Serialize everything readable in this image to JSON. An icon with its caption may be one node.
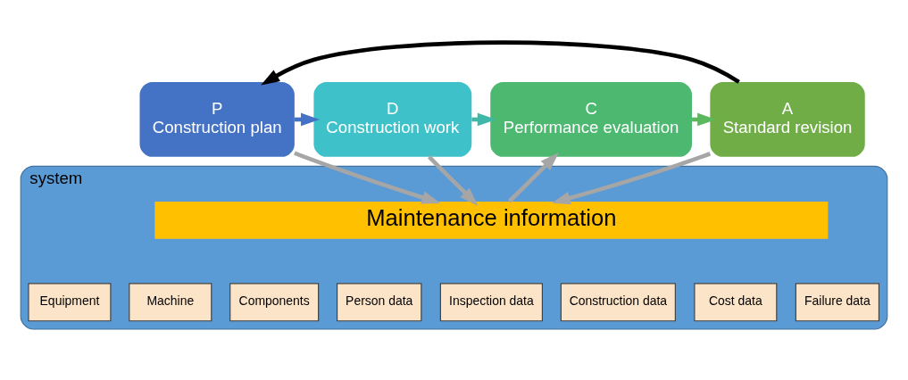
{
  "diagram": {
    "nodes": [
      {
        "text": [
          "P",
          "Construction plan"
        ]
      },
      {
        "text": [
          "D",
          "Construction work"
        ]
      },
      {
        "text": [
          "C",
          "Performance evaluation"
        ]
      },
      {
        "text": [
          "A",
          "Standard revision"
        ]
      },
      {
        "text": [
          "system"
        ]
      },
      {
        "text": [
          "Maintenance information"
        ],
        "in": 4
      },
      {
        "text": [
          "Equipment"
        ],
        "in": 4
      },
      {
        "text": [
          "Machine"
        ],
        "in": 4
      },
      {
        "text": [
          "Components"
        ],
        "in": 4
      },
      {
        "text": [
          "Person data"
        ],
        "in": 4
      },
      {
        "text": [
          "Inspection data"
        ],
        "in": 4
      },
      {
        "text": [
          "Construction data"
        ],
        "in": 4
      },
      {
        "text": [
          "Cost data"
        ],
        "in": 4
      },
      {
        "text": [
          "Failure data"
        ],
        "in": 4
      }
    ],
    "edges": [
      {
        "from": 0,
        "to": 1,
        "arrow": "to",
        "color": "#4472c4"
      },
      {
        "from": 1,
        "to": 2,
        "arrow": "to",
        "color": "#3fb8a8"
      },
      {
        "from": 2,
        "to": 3,
        "arrow": "to",
        "color": "#5cb85c"
      },
      {
        "from": 3,
        "to": 0,
        "arrow": "to",
        "color": "#000000"
      },
      {
        "from": 0,
        "to": 5,
        "arrow": "to",
        "color": "#a6a6a6"
      },
      {
        "from": 1,
        "to": 5,
        "arrow": "to",
        "color": "#a6a6a6"
      },
      {
        "from": 5,
        "to": 2,
        "arrow": "to",
        "color": "#a6a6a6"
      },
      {
        "from": 3,
        "to": 5,
        "arrow": "to",
        "color": "#a6a6a6"
      }
    ]
  }
}
